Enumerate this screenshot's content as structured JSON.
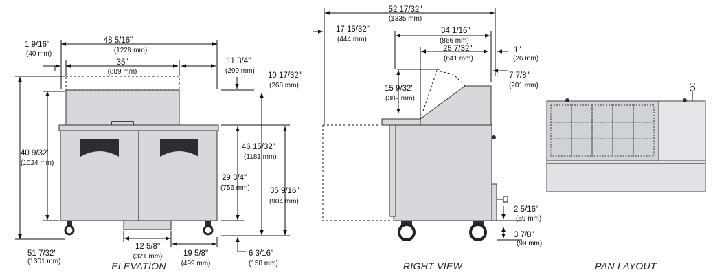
{
  "captions": {
    "elevation": "ELEVATION",
    "right_view": "RIGHT VIEW",
    "pan_layout": "PAN LAYOUT"
  },
  "elevation": {
    "d_overall_width": {
      "value": "48 5/16\"",
      "mm": "(1228 mm)"
    },
    "d_top_opening": {
      "value": "35\"",
      "mm": "(889 mm)"
    },
    "d_side_offset": {
      "value": "1 9/16\"",
      "mm": "(40 mm)"
    },
    "d_right_section": {
      "value": "11 3/4\"",
      "mm": "(299 mm)"
    },
    "d_lid_height": {
      "value": "10 17/32\"",
      "mm": "(268 mm)"
    },
    "d_left_height": {
      "value": "40 9/32\"",
      "mm": "(1024 mm)"
    },
    "d_total_height": {
      "value": "46 15/32\"",
      "mm": "(1181 mm)"
    },
    "d_work_height": {
      "value": "29 3/4\"",
      "mm": "(756 mm)"
    },
    "d_cabinet_height": {
      "value": "35 9/16\"",
      "mm": "(904 mm)"
    },
    "d_bottom_left": {
      "value": "51 7/32\"",
      "mm": "(1301 mm)"
    },
    "d_drain_width": {
      "value": "12 5/8\"",
      "mm": "(321 mm)"
    },
    "d_drain_offset": {
      "value": "19 5/8\"",
      "mm": "(499 mm)"
    },
    "d_caster_height": {
      "value": "6 3/16\"",
      "mm": "(158 mm)"
    }
  },
  "right_view": {
    "d_overall_depth": {
      "value": "52 17/32\"",
      "mm": "(1335 mm)"
    },
    "d_back_offset": {
      "value": "17 15/32\"",
      "mm": "(444 mm)"
    },
    "d_cabinet_depth": {
      "value": "34 1/16\"",
      "mm": "(866 mm)"
    },
    "d_board_depth": {
      "value": "25 7/32\"",
      "mm": "(641 mm)"
    },
    "d_front_lip": {
      "value": "1\"",
      "mm": "(26 mm)"
    },
    "d_lid_depth": {
      "value": "7 7/8\"",
      "mm": "(201 mm)"
    },
    "d_lid_rise": {
      "value": "15 9/32\"",
      "mm": "(389 mm)"
    },
    "d_plug_height": {
      "value": "2 5/16\"",
      "mm": "(59 mm)"
    },
    "d_caster_base": {
      "value": "3 7/8\"",
      "mm": "(99 mm)"
    }
  },
  "colors": {
    "cabinet": "#d6d8db",
    "outline": "#333333",
    "window": "#2b2d30",
    "pan_fill": "#cfd2d6"
  },
  "pan_layout": {
    "rows": 3,
    "cols": 5
  }
}
